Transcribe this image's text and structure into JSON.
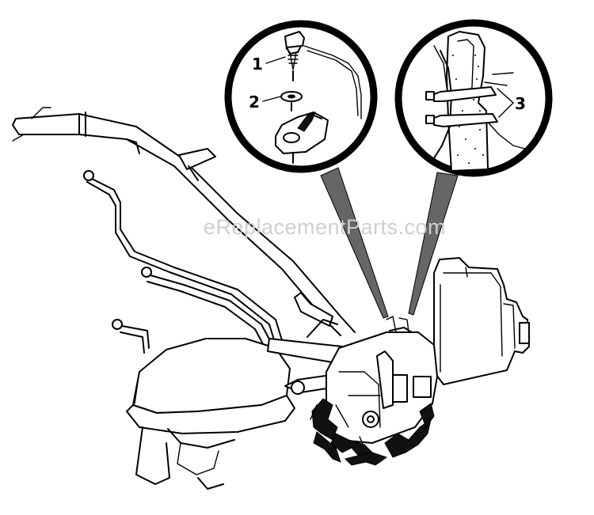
{
  "watermark": "eReplacementParts.com",
  "callouts": [
    {
      "id": "1",
      "label": "1"
    },
    {
      "id": "2",
      "label": "2"
    },
    {
      "id": "3",
      "label": "3"
    }
  ]
}
